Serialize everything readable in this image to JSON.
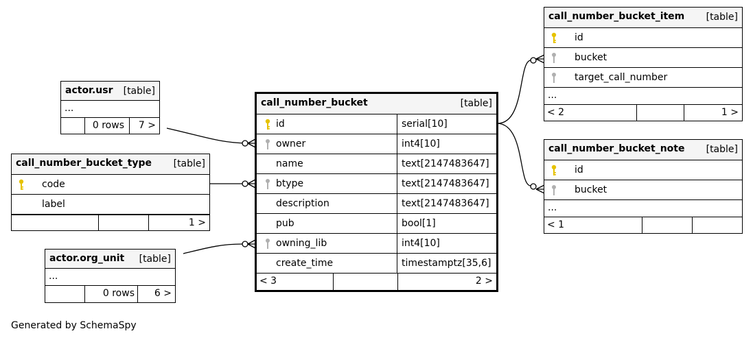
{
  "caption": "Generated by SchemaSpy",
  "main": {
    "name": "call_number_bucket",
    "kind": "[table]",
    "columns": [
      {
        "name": "id",
        "type": "serial[10]"
      },
      {
        "name": "owner",
        "type": "int4[10]"
      },
      {
        "name": "name",
        "type": "text[2147483647]"
      },
      {
        "name": "btype",
        "type": "text[2147483647]"
      },
      {
        "name": "description",
        "type": "text[2147483647]"
      },
      {
        "name": "pub",
        "type": "bool[1]"
      },
      {
        "name": "owning_lib",
        "type": "int4[10]"
      },
      {
        "name": "create_time",
        "type": "timestamptz[35,6]"
      }
    ],
    "footer_left": "< 3",
    "footer_right": "2 >"
  },
  "actor_usr": {
    "name": "actor.usr",
    "kind": "[table]",
    "ellipsis": "...",
    "rows": "0 rows",
    "right": "7 >"
  },
  "bucket_type": {
    "name": "call_number_bucket_type",
    "kind": "[table]",
    "columns": [
      "code",
      "label"
    ],
    "footer_right": "1 >"
  },
  "org_unit": {
    "name": "actor.org_unit",
    "kind": "[table]",
    "ellipsis": "...",
    "rows": "0 rows",
    "right": "6 >"
  },
  "bucket_item": {
    "name": "call_number_bucket_item",
    "kind": "[table]",
    "columns": [
      "id",
      "bucket",
      "target_call_number"
    ],
    "ellipsis": "...",
    "footer_left": "< 2",
    "footer_right": "1 >"
  },
  "bucket_note": {
    "name": "call_number_bucket_note",
    "kind": "[table]",
    "columns": [
      "id",
      "bucket"
    ],
    "ellipsis": "...",
    "footer_left": "< 1"
  },
  "colors": {
    "primary_key": "#e6c200",
    "foreign_key": "#b0b0b0",
    "header_bg": "#f5f5f5"
  }
}
